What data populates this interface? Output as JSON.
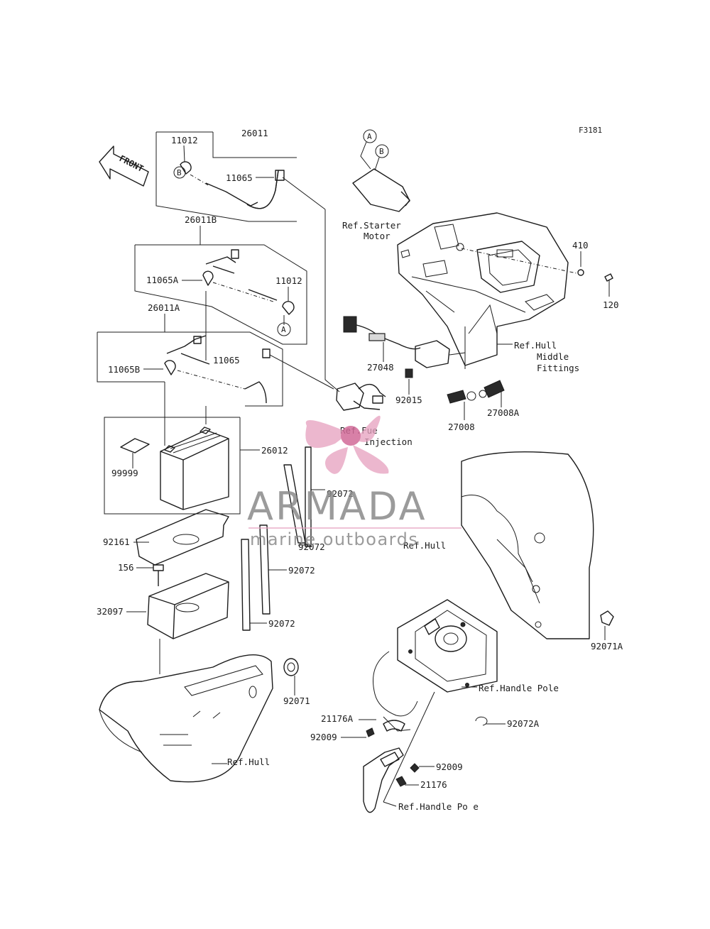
{
  "figure_code": "F3181",
  "front_label": "FRONT",
  "callout_a": "A",
  "callout_b": "B",
  "parts": {
    "p26011": "26011",
    "p11012_top": "11012",
    "p11065_top": "11065",
    "p26011B": "26011B",
    "p11065A": "11065A",
    "p11012_mid": "11012",
    "p26011A": "26011A",
    "p11065B": "11065B",
    "p11065_mid": "11065",
    "p26012": "26012",
    "p99999": "99999",
    "p92161": "92161",
    "p156": "156",
    "p32097": "32097",
    "p92072_a": "92072",
    "p92072_b": "92072",
    "p92072_c": "92072",
    "p92072_d": "92072",
    "p92071": "92071",
    "p410": "410",
    "p120": "120",
    "p27048": "27048",
    "p92015": "92015",
    "p27008": "27008",
    "p27008A": "27008A",
    "p92071A": "92071A",
    "p92072A": "92072A",
    "p21176A": "21176A",
    "p92009_a": "92009",
    "p92009_b": "92009",
    "p21176": "21176"
  },
  "refs": {
    "starter1": "Ref.Starter",
    "starter2": "Motor",
    "hull_mid1": "Ref.Hull",
    "hull_mid2": "Middle",
    "hull_mid3": "Fittings",
    "fuel1": "Ref.Fue",
    "fuel2": "Injection",
    "hull_right": "Ref.Hull",
    "handle_pole_a": "Ref.Handle Pole",
    "handle_pole_b": "Ref.Handle Po e",
    "hull_bottom": "Ref.Hull"
  },
  "watermark": {
    "brand": "ARMADA",
    "tagline": "marine outboards",
    "accent_color": "#e6a1bf",
    "text_color": "#8a8a8a"
  }
}
